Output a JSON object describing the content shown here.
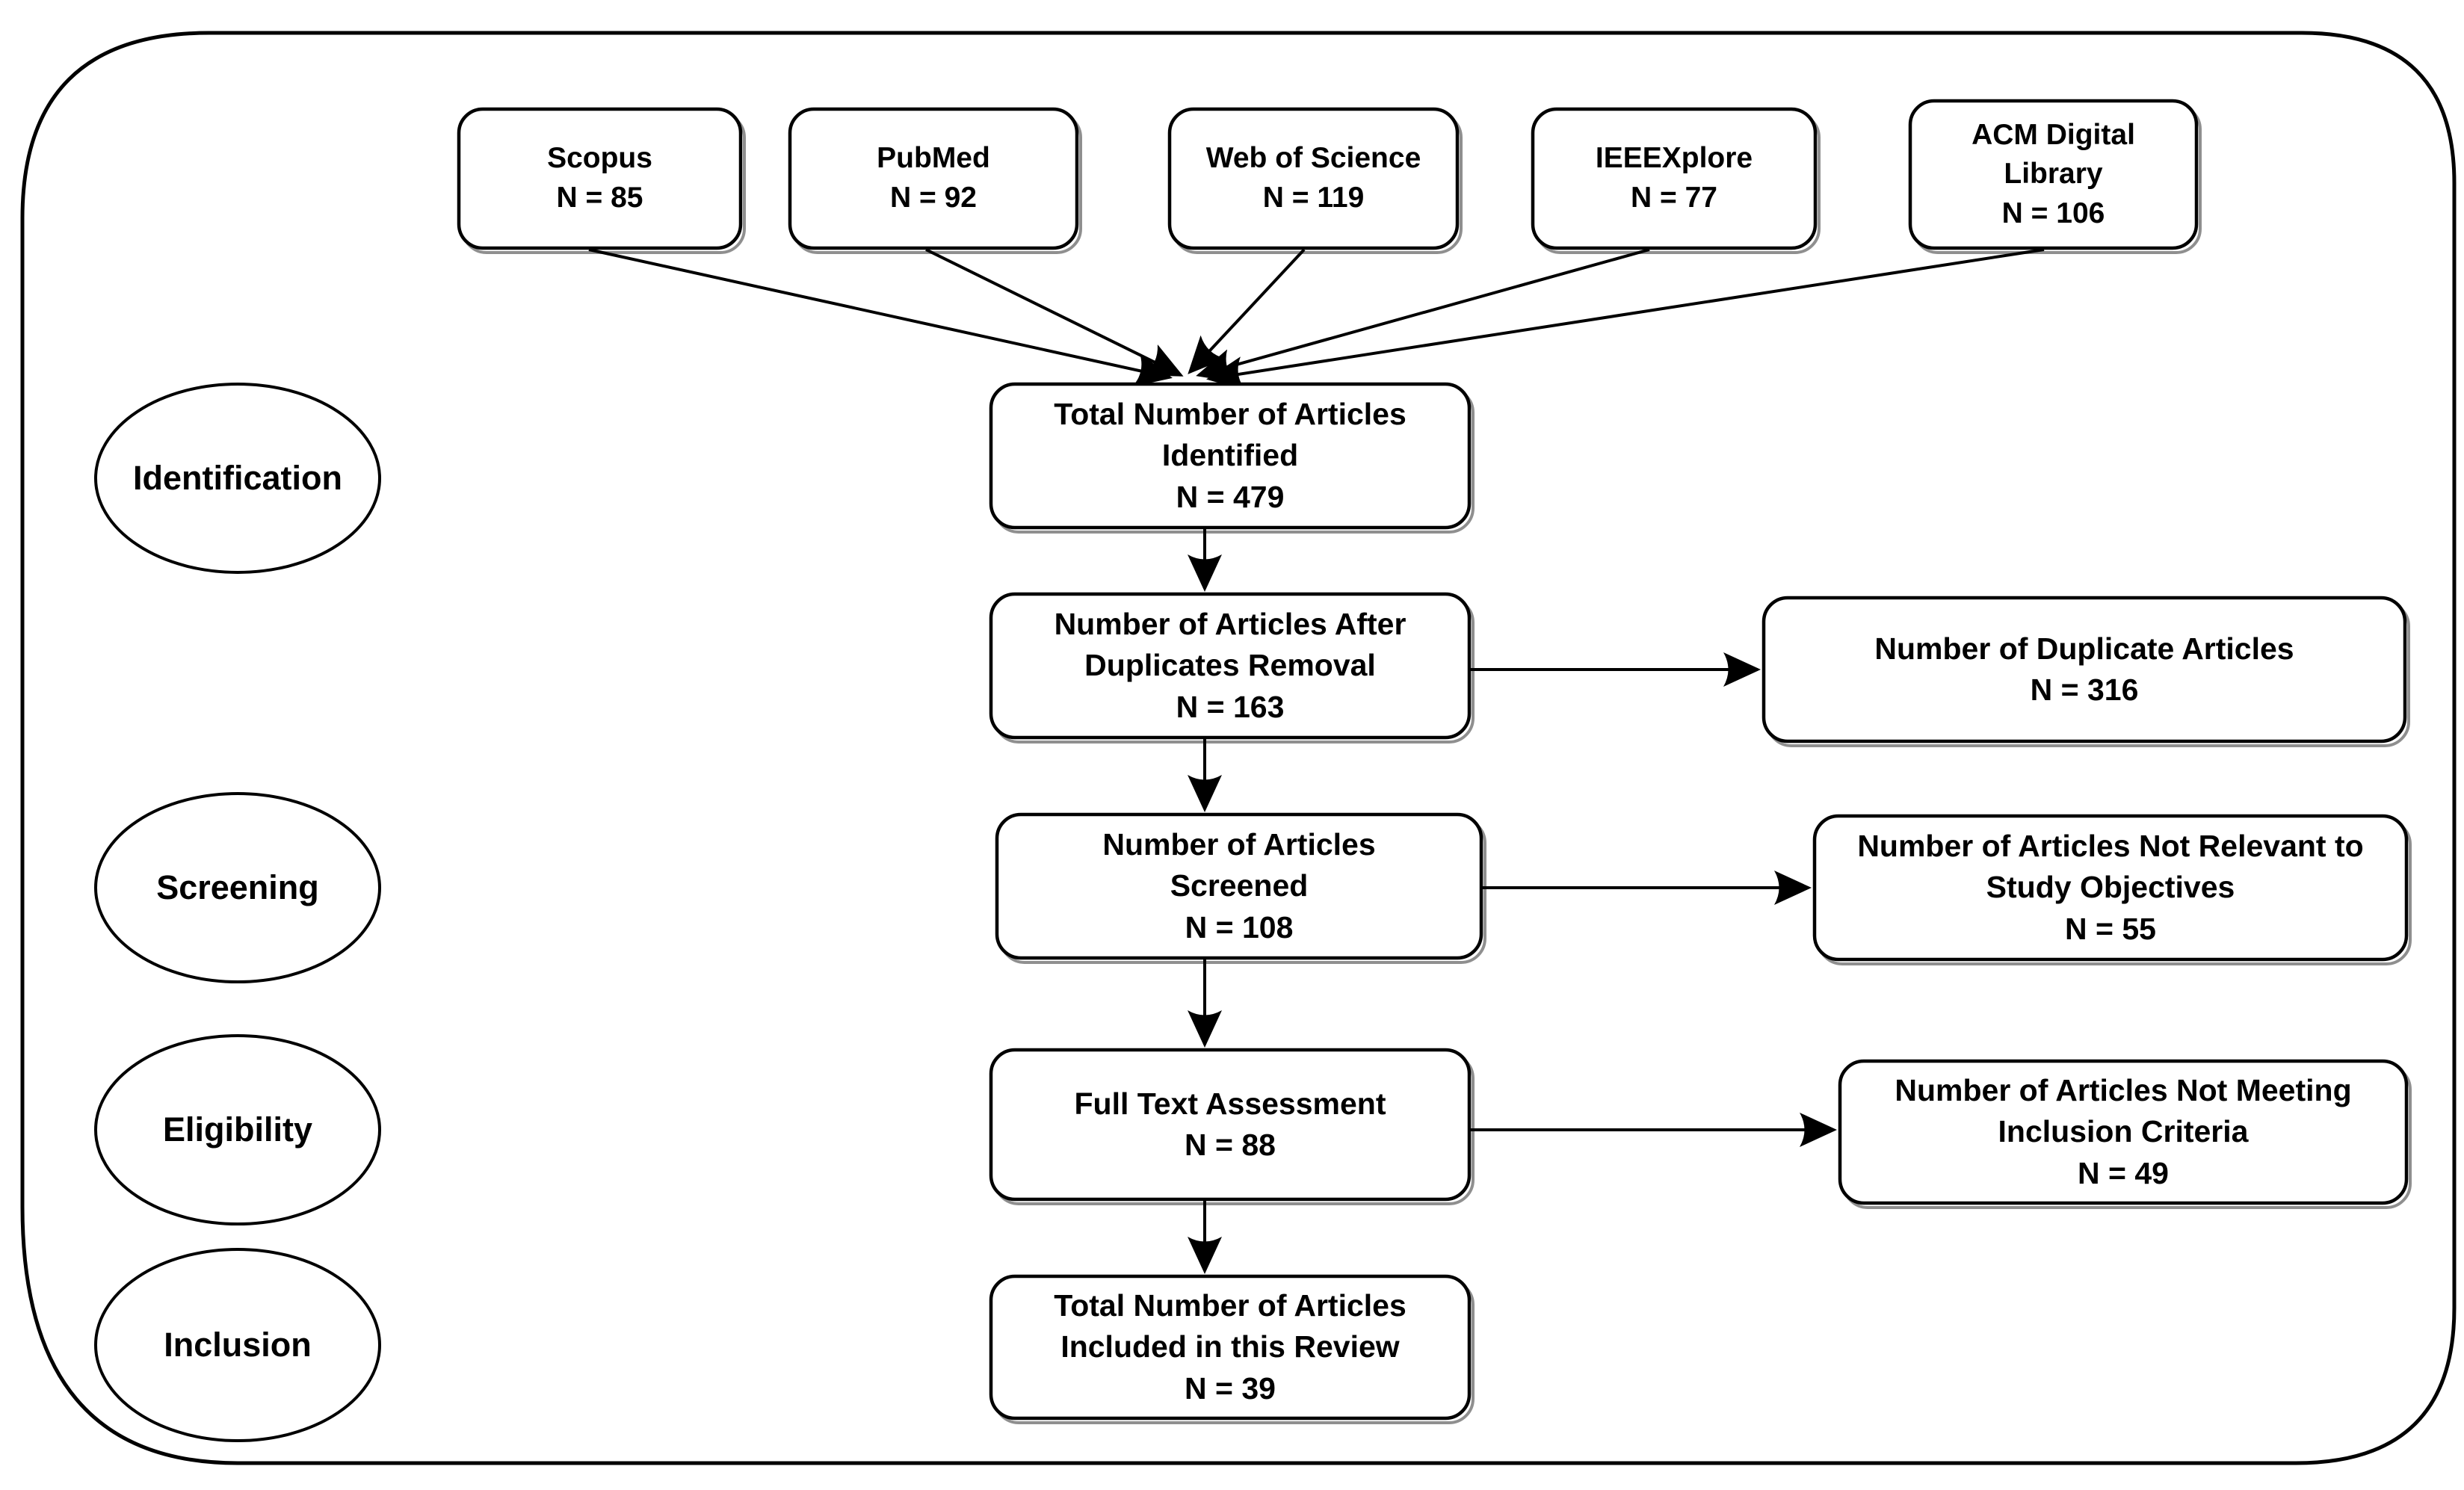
{
  "diagram_type": "prisma-systematic-review-flow",
  "colors": {
    "ink": "#000000",
    "background": "#ffffff",
    "shadow": "#8f8f8f"
  },
  "stages": [
    {
      "label": "Identification"
    },
    {
      "label": "Screening"
    },
    {
      "label": "Eligibility"
    },
    {
      "label": "Inclusion"
    }
  ],
  "sources": [
    {
      "n": 85,
      "lines": [
        "Scopus",
        "N = 85"
      ]
    },
    {
      "n": 92,
      "lines": [
        "PubMed",
        "N = 92"
      ]
    },
    {
      "n": 119,
      "lines": [
        "Web of Science",
        "N = 119"
      ]
    },
    {
      "n": 77,
      "lines": [
        "IEEEXplore",
        "N = 77"
      ]
    },
    {
      "n": 106,
      "lines": [
        "ACM Digital",
        "Library",
        "N = 106"
      ]
    }
  ],
  "flow": [
    {
      "n": 479,
      "lines": [
        "Total Number of Articles",
        "Identified",
        "N = 479"
      ]
    },
    {
      "n": 163,
      "lines": [
        "Number of Articles After",
        "Duplicates Removal",
        "N = 163"
      ]
    },
    {
      "n": 108,
      "lines": [
        "Number of Articles",
        "Screened",
        "N = 108"
      ]
    },
    {
      "n": 88,
      "lines": [
        "Full Text Assessment",
        "N = 88"
      ]
    },
    {
      "n": 39,
      "lines": [
        "Total Number of Articles",
        "Included in this Review",
        "N = 39"
      ]
    }
  ],
  "exclusions": [
    {
      "n": 316,
      "lines": [
        "Number of Duplicate Articles",
        "N = 316"
      ]
    },
    {
      "n": 55,
      "lines": [
        "Number of Articles Not Relevant to",
        "Study Objectives",
        "N = 55"
      ]
    },
    {
      "n": 49,
      "lines": [
        "Number of Articles Not Meeting",
        "Inclusion Criteria",
        "N = 49"
      ]
    }
  ]
}
